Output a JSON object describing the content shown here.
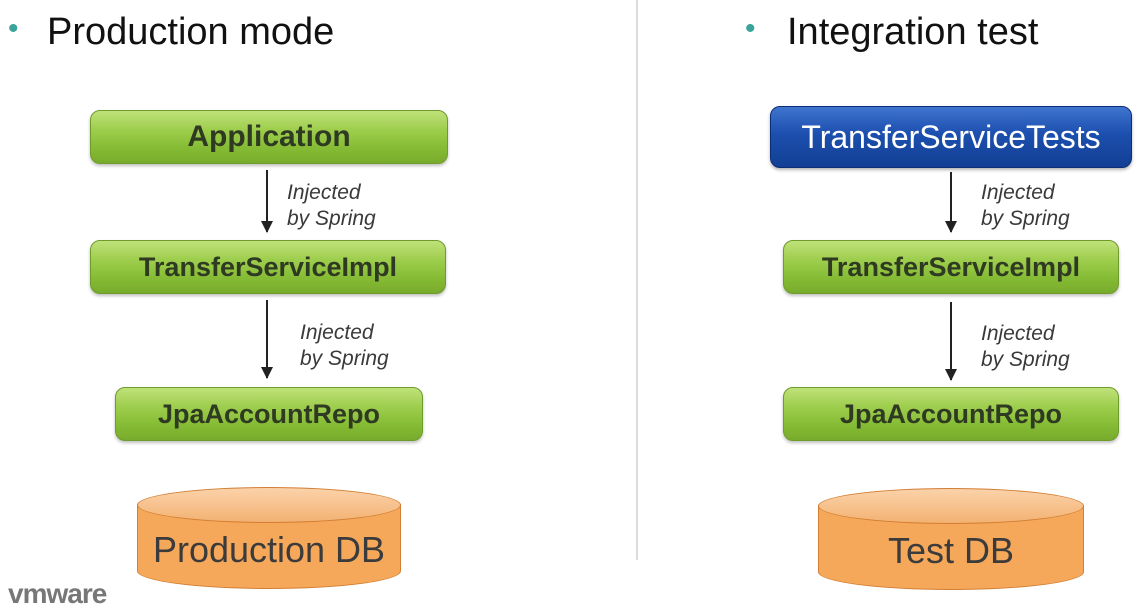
{
  "left": {
    "heading": "Production mode",
    "top_box": "Application",
    "note1_line1": "Injected",
    "note1_line2": "by Spring",
    "mid_box": "TransferServiceImpl",
    "note2_line1": "Injected",
    "note2_line2": "by Spring",
    "bottom_box": "JpaAccountRepo",
    "db_label": "Production DB"
  },
  "right": {
    "heading": "Integration test",
    "top_box": "TransferServiceTests",
    "note1_line1": "Injected",
    "note1_line2": "by Spring",
    "mid_box": "TransferServiceImpl",
    "note2_line1": "Injected",
    "note2_line2": "by Spring",
    "bottom_box": "JpaAccountRepo",
    "db_label": "Test DB"
  },
  "bullet_symbol": "•",
  "logo_text": "vmware",
  "colors": {
    "green_box": "#8fc442",
    "blue_box": "#1c4fae",
    "db_fill": "#f6a85a",
    "bullet": "#3aa39a"
  }
}
